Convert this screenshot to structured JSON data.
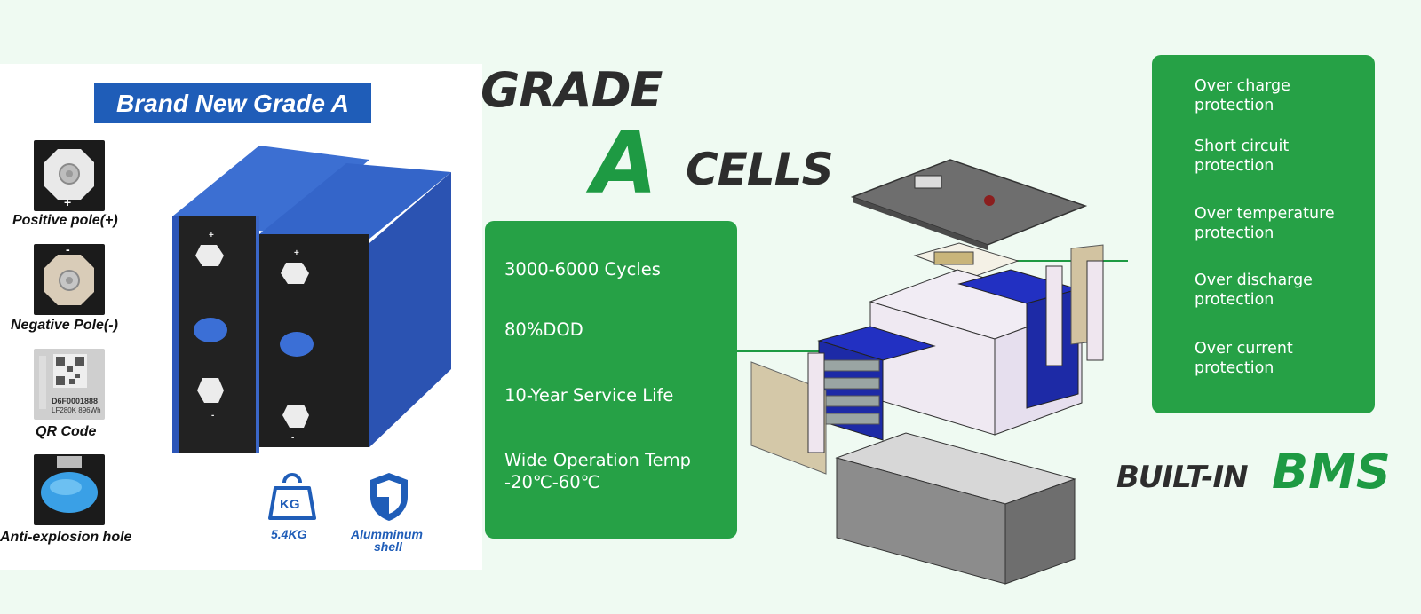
{
  "left_panel": {
    "badge": "Brand New Grade A",
    "features": [
      {
        "label": "Positive pole(+)",
        "icon": "positive-terminal-icon"
      },
      {
        "label": "Negative Pole(-)",
        "icon": "negative-terminal-icon"
      },
      {
        "label": "QR Code",
        "icon": "qr-code-icon",
        "qr_text_1": "D6F0001888",
        "qr_text_2": "LF280K 896Wh"
      },
      {
        "label": "Anti-explosion hole",
        "icon": "explosion-vent-icon"
      }
    ],
    "cell_marks": {
      "plus": "+",
      "minus": "-"
    },
    "weight": {
      "icon_text": "KG",
      "label": "5.4KG"
    },
    "shell": {
      "label_line1": "Alumminum",
      "label_line2": "shell"
    }
  },
  "headline": {
    "grade": "GRADE",
    "a": "A",
    "cells": "CELLS"
  },
  "specs": [
    "3000-6000 Cycles",
    "80%DOD",
    "10-Year Service Life",
    "Wide Operation Temp",
    "-20℃-60℃"
  ],
  "protections": [
    {
      "line1": "Over charge",
      "line2": "protection"
    },
    {
      "line1": "Short circuit",
      "line2": "protection"
    },
    {
      "line1": "Over temperature",
      "line2": "protection"
    },
    {
      "line1": "Over discharge",
      "line2": "protection"
    },
    {
      "line1": "Over current",
      "line2": "protection"
    }
  ],
  "bms": {
    "built_in": "BUILT-IN",
    "bms": "BMS"
  },
  "colors": {
    "green": "#26a146",
    "blue": "#1f5db8",
    "background": "#effaf2"
  }
}
